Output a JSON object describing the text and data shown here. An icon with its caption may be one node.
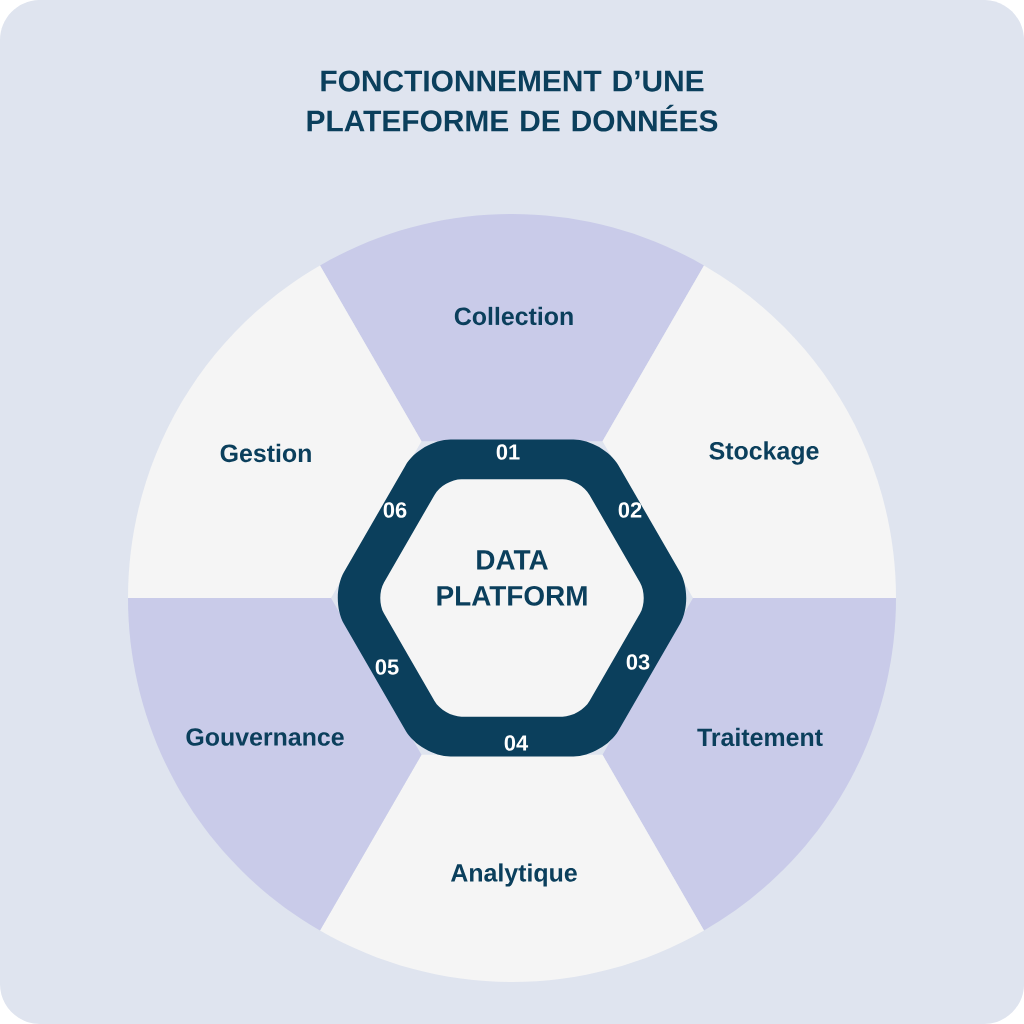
{
  "diagram": {
    "title": "FONCTIONNEMENT D’UNE PLATEFORME DE DONNÉES",
    "nodes": [
      {
        "text": [
          "DATA PLATFORM"
        ]
      },
      {
        "text": [
          "Collection"
        ]
      },
      {
        "text": [
          "Stockage"
        ]
      },
      {
        "text": [
          "Traitement"
        ]
      },
      {
        "text": [
          "Analytique"
        ]
      },
      {
        "text": [
          "Gouvernance"
        ]
      },
      {
        "text": [
          "Gestion"
        ]
      }
    ],
    "labels": [
      "01",
      "02",
      "03",
      "04",
      "05",
      "06"
    ]
  }
}
